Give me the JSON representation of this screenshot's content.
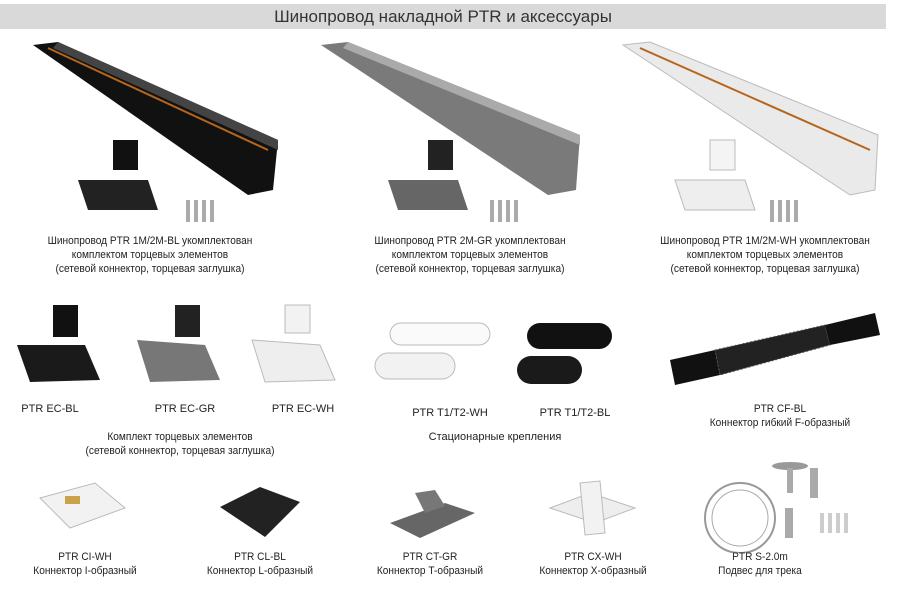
{
  "header": {
    "title": "Шинопровод накладной PTR и аксессуары"
  },
  "rails": [
    {
      "line1": "Шинопровод PTR 1M/2M-BL укомплектован",
      "line2": "комплектом торцевых элементов",
      "line3": "(сетевой коннектор, торцевая заглушка)",
      "color": "#1a1a1a"
    },
    {
      "line1": "Шинопровод PTR 2M-GR укомплектован",
      "line2": "комплектом торцевых элементов",
      "line3": "(сетевой коннектор, торцевая заглушка)",
      "color": "#8a8a8a"
    },
    {
      "line1": "Шинопровод PTR 1M/2M-WH укомплектован",
      "line2": "комплектом торцевых элементов",
      "line3": "(сетевой коннектор, торцевая заглушка)",
      "color": "#eeeeee"
    }
  ],
  "end_caps": {
    "items": [
      "PTR EC-BL",
      "PTR EC-GR",
      "PTR EC-WH"
    ],
    "caption1": "Комплект торцевых  элементов",
    "caption2": "(сетевой коннектор, торцевая заглушка)"
  },
  "mounts": {
    "items": [
      "PTR T1/T2-WH",
      "PTR T1/T2-BL"
    ],
    "caption": "Стационарные крепления"
  },
  "flex": {
    "code": "PTR CF-BL",
    "name": "Коннектор гибкий F-образный"
  },
  "connectors": [
    {
      "code": "PTR CI-WH",
      "name": "Коннектор I-образный"
    },
    {
      "code": "PTR CL-BL",
      "name": "Коннектор L-образный"
    },
    {
      "code": "PTR CT-GR",
      "name": "Коннектор T-образный"
    },
    {
      "code": "PTR CX-WH",
      "name": "Коннектор X-образный"
    },
    {
      "code": "PTR S-2.0m",
      "name": "Подвес для трека"
    }
  ]
}
